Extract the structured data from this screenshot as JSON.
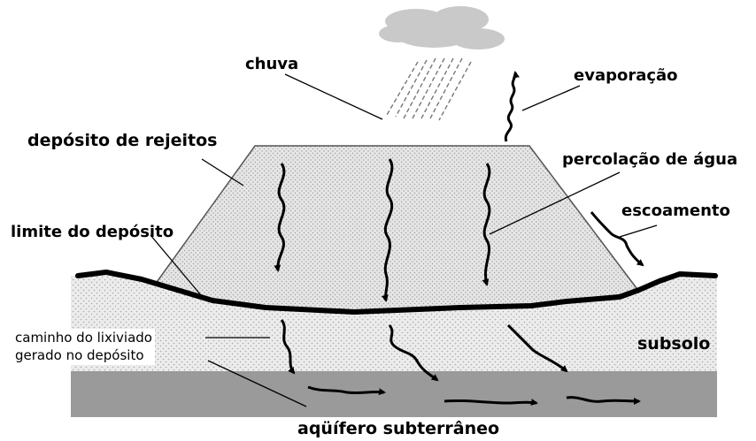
{
  "labels": {
    "rain": "chuva",
    "evaporation": "evaporação",
    "tailings_deposit": "depósito de rejeitos",
    "water_percolation": "percolação de água",
    "runoff": "escoamento",
    "deposit_boundary": "limite do depósito",
    "leachate_path_line1": "caminho do lixiviado",
    "leachate_path_line2": "gerado no depósito",
    "subsoil": "subsolo",
    "aquifer": "aqüífero subterrâneo"
  },
  "colors": {
    "deposit_fill": "#e9e9e9",
    "subsoil_fill": "#ececec",
    "aquifer_fill": "#9a9a9a",
    "ground_line": "#000000",
    "cloud": "#c9c9c9"
  },
  "icons": [
    "cloud-icon",
    "rain-streaks-icon",
    "wavy-arrow-icon"
  ]
}
